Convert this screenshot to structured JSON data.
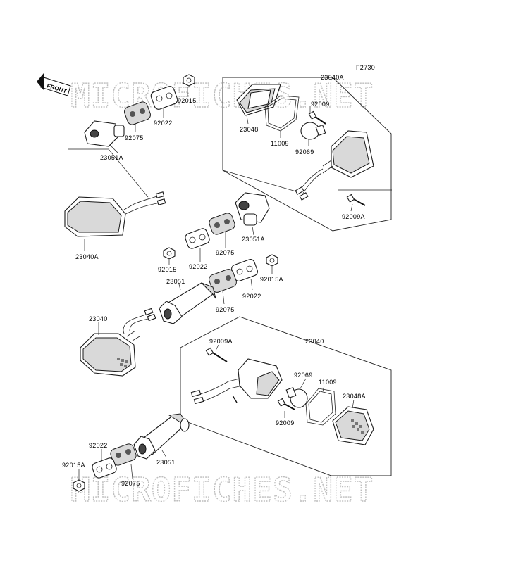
{
  "diagram_code": "F2730",
  "front_label": "FRONT",
  "watermark": "MICROFICHES.NET",
  "labels": {
    "p23040A_top": "23040A",
    "p92009_top": "92009",
    "p23048": "23048",
    "p11009_top": "11009",
    "p92069_top": "92069",
    "p92009A_top": "92009A",
    "p92015_top": "92015",
    "p92022_top": "92022",
    "p92075_top": "92075",
    "p23051A_top": "23051A",
    "p23040A_left": "23040A",
    "p23051A_mid": "23051A",
    "p92075_mid": "92075",
    "p92022_mid": "92022",
    "p92015_mid": "92015",
    "p92015A_mid": "92015A",
    "p23051_mid": "23051",
    "p92022_mid2": "92022",
    "p92075_mid2": "92075",
    "p23040_left": "23040",
    "p92009A_bot": "92009A",
    "p23040_bot": "23040",
    "p92069_bot": "92069",
    "p11009_bot": "11009",
    "p23048A": "23048A",
    "p92009_bot": "92009",
    "p23051_bot": "23051",
    "p92022_bot": "92022",
    "p92015A_bot": "92015A",
    "p92075_bot": "92075"
  }
}
